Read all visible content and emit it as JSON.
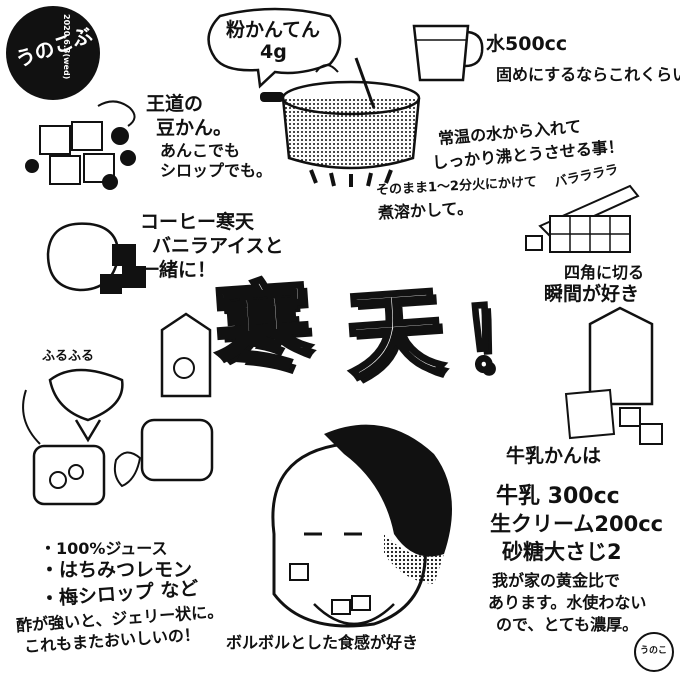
{
  "logo": {
    "text_main": "うのこぶ",
    "date": "2020.6.3(wed)"
  },
  "speech_bubble": {
    "line1": "粉かんてん",
    "line2": "4g"
  },
  "water_note": {
    "title": "水500cc",
    "sub": "固めにするならこれくらい"
  },
  "boil_note": {
    "line1": "常温の水から入れて",
    "line2": "しっかり沸とうさせる事！"
  },
  "simmer_note": {
    "line1": "そのまま1〜2分火にかけて",
    "line2": "煮溶かして。"
  },
  "classic_note": {
    "line1": "王道の",
    "line2": "豆かん。",
    "line3": "あんこでも",
    "line4": "シロップでも。"
  },
  "coffee_note": {
    "line1": "コーヒー寒天",
    "line2": "バニラアイスと",
    "line3": "一緒に！"
  },
  "cut_note": {
    "sfx": "バララララ",
    "line1": "四角に切る",
    "line2": "瞬間が好き"
  },
  "title": {
    "char1": "寒",
    "char2": "天",
    "char3": "！"
  },
  "fuwa": "ふるふる",
  "juice_list": {
    "item1": "・100%ジュース",
    "item2": "・はちみつレモン",
    "item3": "・梅シロップ など",
    "note1": "酢が強いと、ジェリー状に。",
    "note2": "これもまたおいしいの！"
  },
  "milk_recipe": {
    "title": "牛乳かんは",
    "line1": "牛乳 300cc",
    "line2": "生クリーム200cc",
    "line3": "砂糖大さじ2",
    "note1": "我が家の黄金比で",
    "note2": "あります。水使わない",
    "note3": "ので、とても濃厚。"
  },
  "texture_note": "ボルボルとした食感が好き",
  "signature": "うのこ"
}
